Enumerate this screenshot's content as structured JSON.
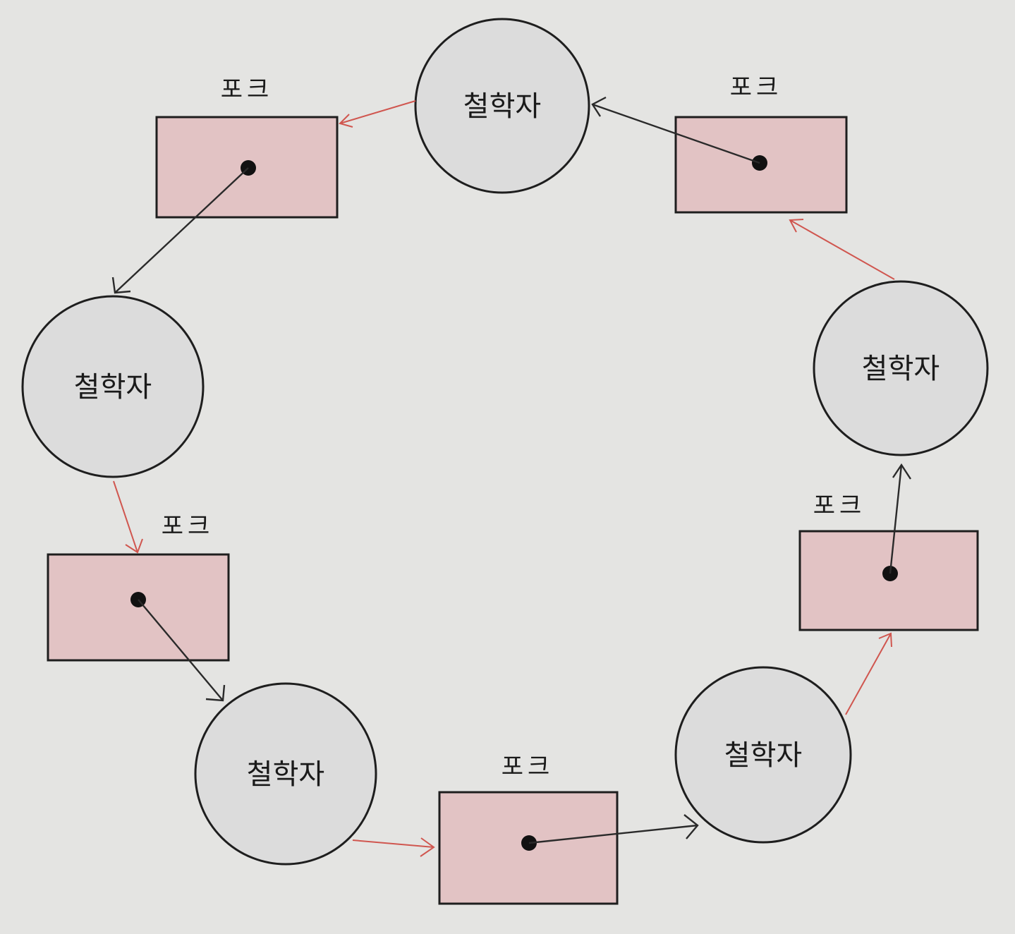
{
  "labels": {
    "philosopher": "철학자",
    "fork": "포크"
  },
  "philosophers": [
    {
      "id": "p-top",
      "label": "철학자"
    },
    {
      "id": "p-left",
      "label": "철학자"
    },
    {
      "id": "p-bottom-left",
      "label": "철학자"
    },
    {
      "id": "p-bottom-right",
      "label": "철학자"
    },
    {
      "id": "p-right",
      "label": "철학자"
    }
  ],
  "forks": [
    {
      "id": "f-top-left",
      "label": "포크"
    },
    {
      "id": "f-top-right",
      "label": "포크"
    },
    {
      "id": "f-left",
      "label": "포크"
    },
    {
      "id": "f-bottom",
      "label": "포크"
    },
    {
      "id": "f-right",
      "label": "포크"
    }
  ],
  "colors": {
    "philosopher_fill": "#dcdcdc",
    "fork_fill": "#e2c3c4",
    "holds_arrow": "#2a2a2a",
    "wants_arrow": "#d0564f",
    "background": "#e4e4e2"
  }
}
